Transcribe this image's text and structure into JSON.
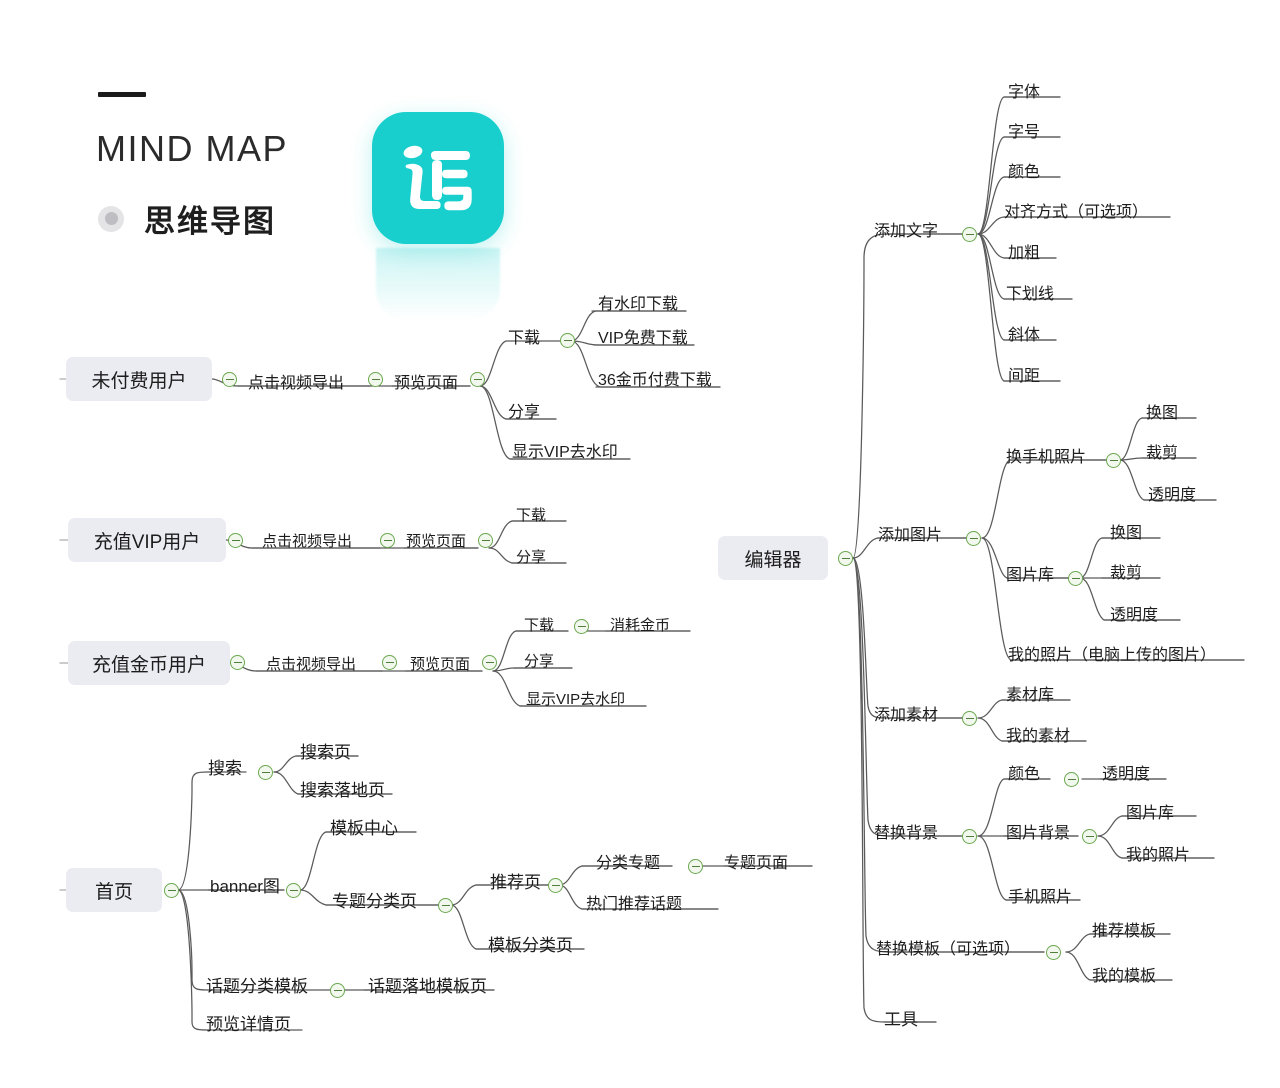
{
  "header": {
    "rule_label": "header-rule",
    "title": "MIND MAP",
    "subtitle": "思维导图",
    "logo_glyph": "访"
  },
  "colors": {
    "node_box_bg": "#ebebf2",
    "logo_bg": "#18cfcd",
    "toggle_stroke": "#6aa84f",
    "toggle_fill": "#f3f8ef",
    "branch_line": "#5a5a5a",
    "text": "#1d1d1d"
  },
  "nodes": {
    "root_editor": "编辑器",
    "root_unpaid_user": "未付费用户",
    "root_vip_user": "充值VIP用户",
    "root_coin_user": "充值金币用户",
    "root_home": "首页",
    "unpaid_export": "点击视频导出",
    "unpaid_preview": "预览页面",
    "unpaid_download": "下载",
    "unpaid_dl_watermark": "有水印下载",
    "unpaid_dl_vip_free": "VIP免费下载",
    "unpaid_dl_paid36": "36金币付费下载",
    "unpaid_share": "分享",
    "unpaid_show_vip": "显示VIP去水印",
    "vip_export": "点击视频导出",
    "vip_preview": "预览页面",
    "vip_download": "下载",
    "vip_share": "分享",
    "coin_export": "点击视频导出",
    "coin_preview": "预览页面",
    "coin_download": "下载",
    "coin_consume": "消耗金币",
    "coin_share": "分享",
    "coin_show_vip": "显示VIP去水印",
    "home_search": "搜索",
    "home_search_page": "搜索页",
    "home_search_landing": "搜索落地页",
    "home_banner": "banner图",
    "home_template_center": "模板中心",
    "home_topic_category": "专题分类页",
    "home_recommend_page": "推荐页",
    "home_category_topic": "分类专题",
    "home_topic_page": "专题页面",
    "home_hot_topic": "热门推荐话题",
    "home_template_category": "模板分类页",
    "home_topic_tpl": "话题分类模板",
    "home_topic_landing_tpl": "话题落地模板页",
    "home_preview_detail": "预览详情页",
    "ed_add_text": "添加文字",
    "ed_font": "字体",
    "ed_font_size": "字号",
    "ed_color": "颜色",
    "ed_align": "对齐方式（可选项）",
    "ed_bold": "加粗",
    "ed_underline": "下划线",
    "ed_italic": "斜体",
    "ed_spacing": "间距",
    "ed_add_image": "添加图片",
    "ed_phone_photo": "换手机照片",
    "ed_pp_change": "换图",
    "ed_pp_crop": "裁剪",
    "ed_pp_opacity": "透明度",
    "ed_image_lib": "图片库",
    "ed_il_change": "换图",
    "ed_il_crop": "裁剪",
    "ed_il_opacity": "透明度",
    "ed_my_photo": "我的照片（电脑上传的图片）",
    "ed_add_material": "添加素材",
    "ed_material_lib": "素材库",
    "ed_my_material": "我的素材",
    "ed_replace_bg": "替换背景",
    "ed_bg_color": "颜色",
    "ed_bg_opacity": "透明度",
    "ed_bg_image": "图片背景",
    "ed_bg_img_lib": "图片库",
    "ed_bg_my_photo": "我的照片",
    "ed_bg_phone_photo": "手机照片",
    "ed_replace_tpl": "替换模板（可选项）",
    "ed_tpl_recommend": "推荐模板",
    "ed_tpl_mine": "我的模板",
    "ed_tools": "工具"
  }
}
